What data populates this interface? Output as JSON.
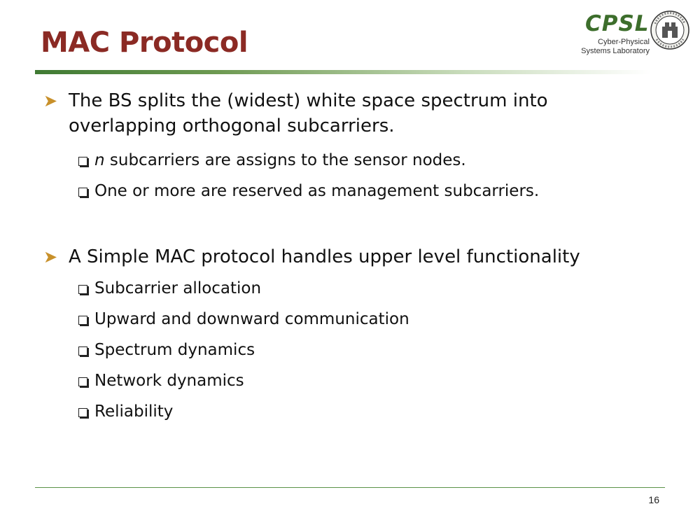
{
  "slide": {
    "title": "MAC Protocol",
    "page_number": "16"
  },
  "logo": {
    "abbr": "CPSL",
    "line1": "Cyber-Physical",
    "line2": "Systems Laboratory",
    "seal_icon": "university-seal-icon"
  },
  "bullets": [
    {
      "text": "The BS splits the (widest) white space spectrum into overlapping orthogonal subcarriers.",
      "sub": [
        {
          "italic": "n",
          "text": " subcarriers are assigns to the sensor nodes."
        },
        {
          "italic": "",
          "text": "One or more are reserved as management subcarriers."
        }
      ]
    },
    {
      "text": "A Simple MAC protocol handles upper level functionality",
      "sub": [
        {
          "italic": "",
          "text": "Subcarrier allocation"
        },
        {
          "italic": "",
          "text": "Upward and downward communication"
        },
        {
          "italic": "",
          "text": "Spectrum dynamics"
        },
        {
          "italic": "",
          "text": "Network dynamics"
        },
        {
          "italic": "",
          "text": "Reliability"
        }
      ]
    }
  ],
  "colors": {
    "title": "#8b2a24",
    "accent_green": "#3d6e2c",
    "arrow_gold": "#c8902a"
  }
}
